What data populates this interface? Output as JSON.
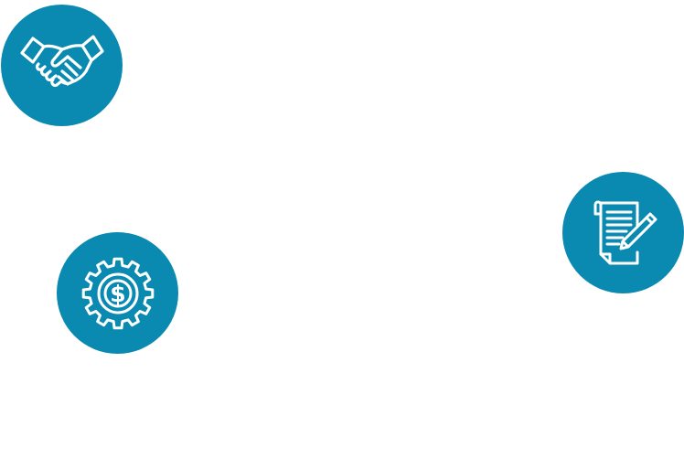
{
  "colors": {
    "circle": "#0a8ab0",
    "icon_stroke": "#ffffff"
  },
  "icons": [
    {
      "id": "handshake",
      "name": "handshake-icon"
    },
    {
      "id": "document",
      "name": "document-pencil-icon"
    },
    {
      "id": "gear",
      "name": "gear-dollar-icon"
    }
  ]
}
